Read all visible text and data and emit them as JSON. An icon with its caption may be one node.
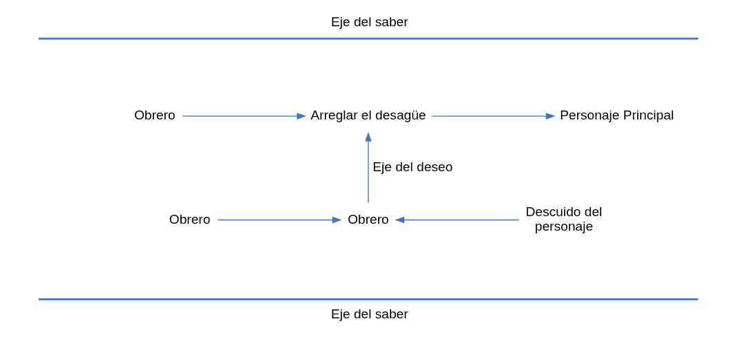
{
  "diagram": {
    "nodes": [
      {
        "text": [
          "Obrero"
        ]
      },
      {
        "text": [
          "Arreglar el desagüe"
        ]
      },
      {
        "text": [
          "Personaje Principal"
        ]
      },
      {
        "text": [
          "Obrero"
        ]
      },
      {
        "text": [
          "Obrero"
        ]
      },
      {
        "text": [
          "Descuido del personaje"
        ]
      }
    ],
    "edges": [
      {
        "from": 0,
        "to": 1,
        "arrow": "to"
      },
      {
        "from": 1,
        "to": 2,
        "arrow": "to"
      },
      {
        "from": 4,
        "to": 1,
        "arrow": "to",
        "label": "Eje del deseo"
      },
      {
        "from": 3,
        "to": 4,
        "arrow": "to"
      },
      {
        "from": 5,
        "to": 4,
        "arrow": "to"
      }
    ],
    "labels": [
      "Eje del saber",
      "Eje del saber"
    ]
  }
}
